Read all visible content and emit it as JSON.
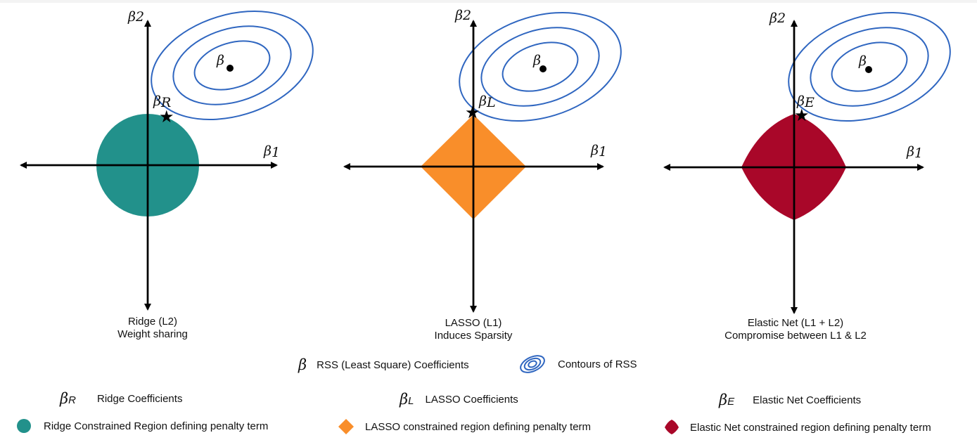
{
  "colors": {
    "contour": "#2f66c0",
    "ridge": "#22918b",
    "lasso": "#f98e2a",
    "elastic": "#a90729",
    "axis": "#000000"
  },
  "axis_labels": {
    "beta": "β",
    "x_sub": "1",
    "y_sub": "2"
  },
  "panels": [
    {
      "id": "ridge",
      "caption_line1": "Ridge (L2)",
      "caption_line2": "Weight sharing",
      "coef_symbol": "β",
      "coef_sub": "R",
      "ols_label": "β",
      "region_shape": "circle"
    },
    {
      "id": "lasso",
      "caption_line1": "LASSO (L1)",
      "caption_line2": "Induces Sparsity",
      "coef_symbol": "β",
      "coef_sub": "L",
      "ols_label": "β",
      "region_shape": "diamond"
    },
    {
      "id": "elastic",
      "caption_line1": "Elastic Net (L1 + L2)",
      "caption_line2": "Compromise between L1 & L2",
      "coef_symbol": "β",
      "coef_sub": "E",
      "ols_label": "β",
      "region_shape": "rounded-diamond"
    }
  ],
  "legend": {
    "rss_symbol": "β",
    "rss_label": "RSS (Least Square) Coefficients",
    "contours_label": "Contours of RSS",
    "ridge_coef_symbol": "β",
    "ridge_coef_sub": "R",
    "ridge_coef_label": "Ridge Coefficients",
    "lasso_coef_symbol": "β",
    "lasso_coef_sub": "L",
    "lasso_coef_label": "LASSO Coefficients",
    "elastic_coef_symbol": "β",
    "elastic_coef_sub": "E",
    "elastic_coef_label": "Elastic Net Coefficients",
    "ridge_region_label": "Ridge Constrained Region defining penalty term",
    "lasso_region_label": "LASSO constrained region defining penalty term",
    "elastic_region_label": "Elastic Net constrained region defining penalty term"
  }
}
